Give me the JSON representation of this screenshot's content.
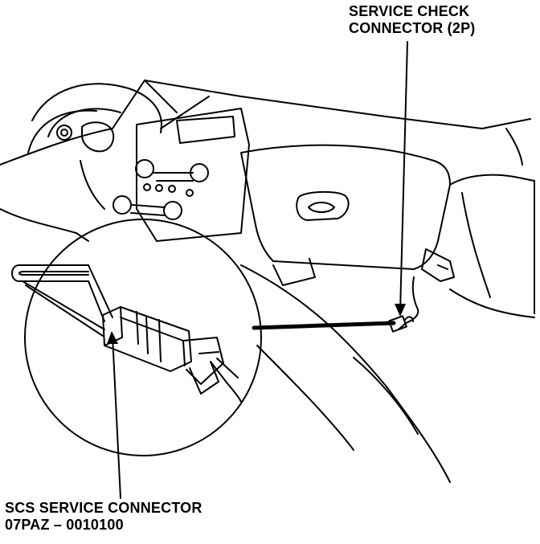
{
  "callouts": {
    "service_check": {
      "line1": "SERVICE CHECK",
      "line2": "CONNECTOR (2P)"
    },
    "scs_service": {
      "line1": "SCS SERVICE CONNECTOR",
      "line2": "07PAZ – 0010100"
    }
  }
}
